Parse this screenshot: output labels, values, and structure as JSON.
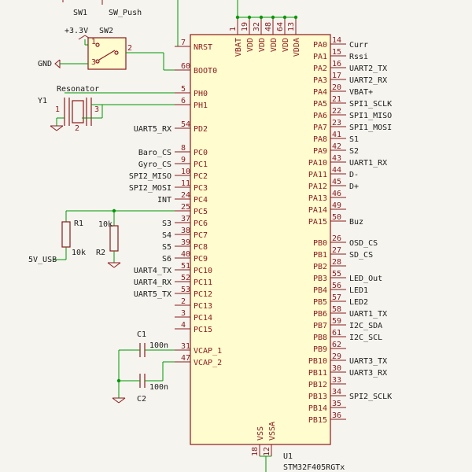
{
  "top": {
    "sw1": "SW1",
    "sw_push": "SW_Push"
  },
  "sw2": {
    "ref": "SW2",
    "vcc": "+3.3V",
    "gnd": "GND",
    "pin1": "1",
    "pin2": "2",
    "pin3": "3"
  },
  "resonator": {
    "title": "Resonator",
    "ref": "Y1",
    "pin1": "1",
    "pin2": "2",
    "pin3": "3"
  },
  "mcu": {
    "ref": "U1",
    "value": "STM32F405RGTx",
    "top_pins": [
      {
        "num": "1",
        "name": "VBAT"
      },
      {
        "num": "19",
        "name": "VDD"
      },
      {
        "num": "32",
        "name": "VDD"
      },
      {
        "num": "48",
        "name": "VDD"
      },
      {
        "num": "64",
        "name": "VDD"
      },
      {
        "num": "13",
        "name": "VDDA"
      }
    ],
    "bottom_pins": [
      {
        "num": "18",
        "name": "VSS"
      },
      {
        "num": "12",
        "name": "VSSA"
      }
    ],
    "left_pins": [
      {
        "num": "7",
        "name": "NRST"
      },
      {
        "num": "60",
        "name": "BOOT0"
      },
      {
        "num": "5",
        "name": "PH0"
      },
      {
        "num": "6",
        "name": "PH1"
      },
      {
        "num": "54",
        "name": "PD2"
      },
      {
        "num": "8",
        "name": "PC0"
      },
      {
        "num": "9",
        "name": "PC1"
      },
      {
        "num": "10",
        "name": "PC2"
      },
      {
        "num": "11",
        "name": "PC3"
      },
      {
        "num": "24",
        "name": "PC4"
      },
      {
        "num": "25",
        "name": "PC5"
      },
      {
        "num": "37",
        "name": "PC6"
      },
      {
        "num": "38",
        "name": "PC7"
      },
      {
        "num": "39",
        "name": "PC8"
      },
      {
        "num": "40",
        "name": "PC9"
      },
      {
        "num": "51",
        "name": "PC10"
      },
      {
        "num": "52",
        "name": "PC11"
      },
      {
        "num": "53",
        "name": "PC12"
      },
      {
        "num": "2",
        "name": "PC13"
      },
      {
        "num": "3",
        "name": "PC14"
      },
      {
        "num": "4",
        "name": "PC15"
      },
      {
        "num": "31",
        "name": "VCAP_1"
      },
      {
        "num": "47",
        "name": "VCAP_2"
      }
    ],
    "right_pins": [
      {
        "num": "14",
        "name": "PA0",
        "net": "Curr"
      },
      {
        "num": "15",
        "name": "PA1",
        "net": "Rssi"
      },
      {
        "num": "16",
        "name": "PA2",
        "net": "UART2_TX"
      },
      {
        "num": "17",
        "name": "PA3",
        "net": "UART2_RX"
      },
      {
        "num": "20",
        "name": "PA4",
        "net": "VBAT+"
      },
      {
        "num": "21",
        "name": "PA5",
        "net": "SPI1_SCLK"
      },
      {
        "num": "22",
        "name": "PA6",
        "net": "SPI1_MISO"
      },
      {
        "num": "23",
        "name": "PA7",
        "net": "SPI1_MOSI"
      },
      {
        "num": "41",
        "name": "PA8",
        "net": "S1"
      },
      {
        "num": "42",
        "name": "PA9",
        "net": "S2"
      },
      {
        "num": "43",
        "name": "PA10",
        "net": "UART1_RX"
      },
      {
        "num": "44",
        "name": "PA11",
        "net": "D-"
      },
      {
        "num": "45",
        "name": "PA12",
        "net": "D+"
      },
      {
        "num": "46",
        "name": "PA13",
        "net": ""
      },
      {
        "num": "49",
        "name": "PA14",
        "net": ""
      },
      {
        "num": "50",
        "name": "PA15",
        "net": "Buz"
      },
      {
        "num": "26",
        "name": "PB0",
        "net": "OSD_CS"
      },
      {
        "num": "27",
        "name": "PB1",
        "net": "SD_CS"
      },
      {
        "num": "28",
        "name": "PB2",
        "net": ""
      },
      {
        "num": "55",
        "name": "PB3",
        "net": "LED_Out"
      },
      {
        "num": "56",
        "name": "PB4",
        "net": "LED1"
      },
      {
        "num": "57",
        "name": "PB5",
        "net": "LED2"
      },
      {
        "num": "58",
        "name": "PB6",
        "net": "UART1_TX"
      },
      {
        "num": "59",
        "name": "PB7",
        "net": "I2C_SDA"
      },
      {
        "num": "61",
        "name": "PB8",
        "net": "I2C_SCL"
      },
      {
        "num": "62",
        "name": "PB9",
        "net": ""
      },
      {
        "num": "29",
        "name": "PB10",
        "net": "UART3_TX"
      },
      {
        "num": "30",
        "name": "PB11",
        "net": "UART3_RX"
      },
      {
        "num": "33",
        "name": "PB12",
        "net": ""
      },
      {
        "num": "34",
        "name": "PB13",
        "net": "SPI2_SCLK"
      },
      {
        "num": "35",
        "name": "PB14",
        "net": ""
      },
      {
        "num": "36",
        "name": "PB15",
        "net": ""
      }
    ]
  },
  "left_nets": [
    "UART5_RX",
    "Baro_CS",
    "Gyro_CS",
    "SPI2_MISO",
    "SPI2_MOSI",
    "INT",
    "S3",
    "S4",
    "S5",
    "S6",
    "UART4_TX",
    "UART4_RX",
    "UART5_TX"
  ],
  "r1": {
    "ref": "R1",
    "value": "10k",
    "net": "5V_USB"
  },
  "r2": {
    "ref": "R2",
    "value": "10k"
  },
  "c1": {
    "ref": "C1",
    "value": "100n"
  },
  "c2": {
    "ref": "C2",
    "value": "100n"
  }
}
